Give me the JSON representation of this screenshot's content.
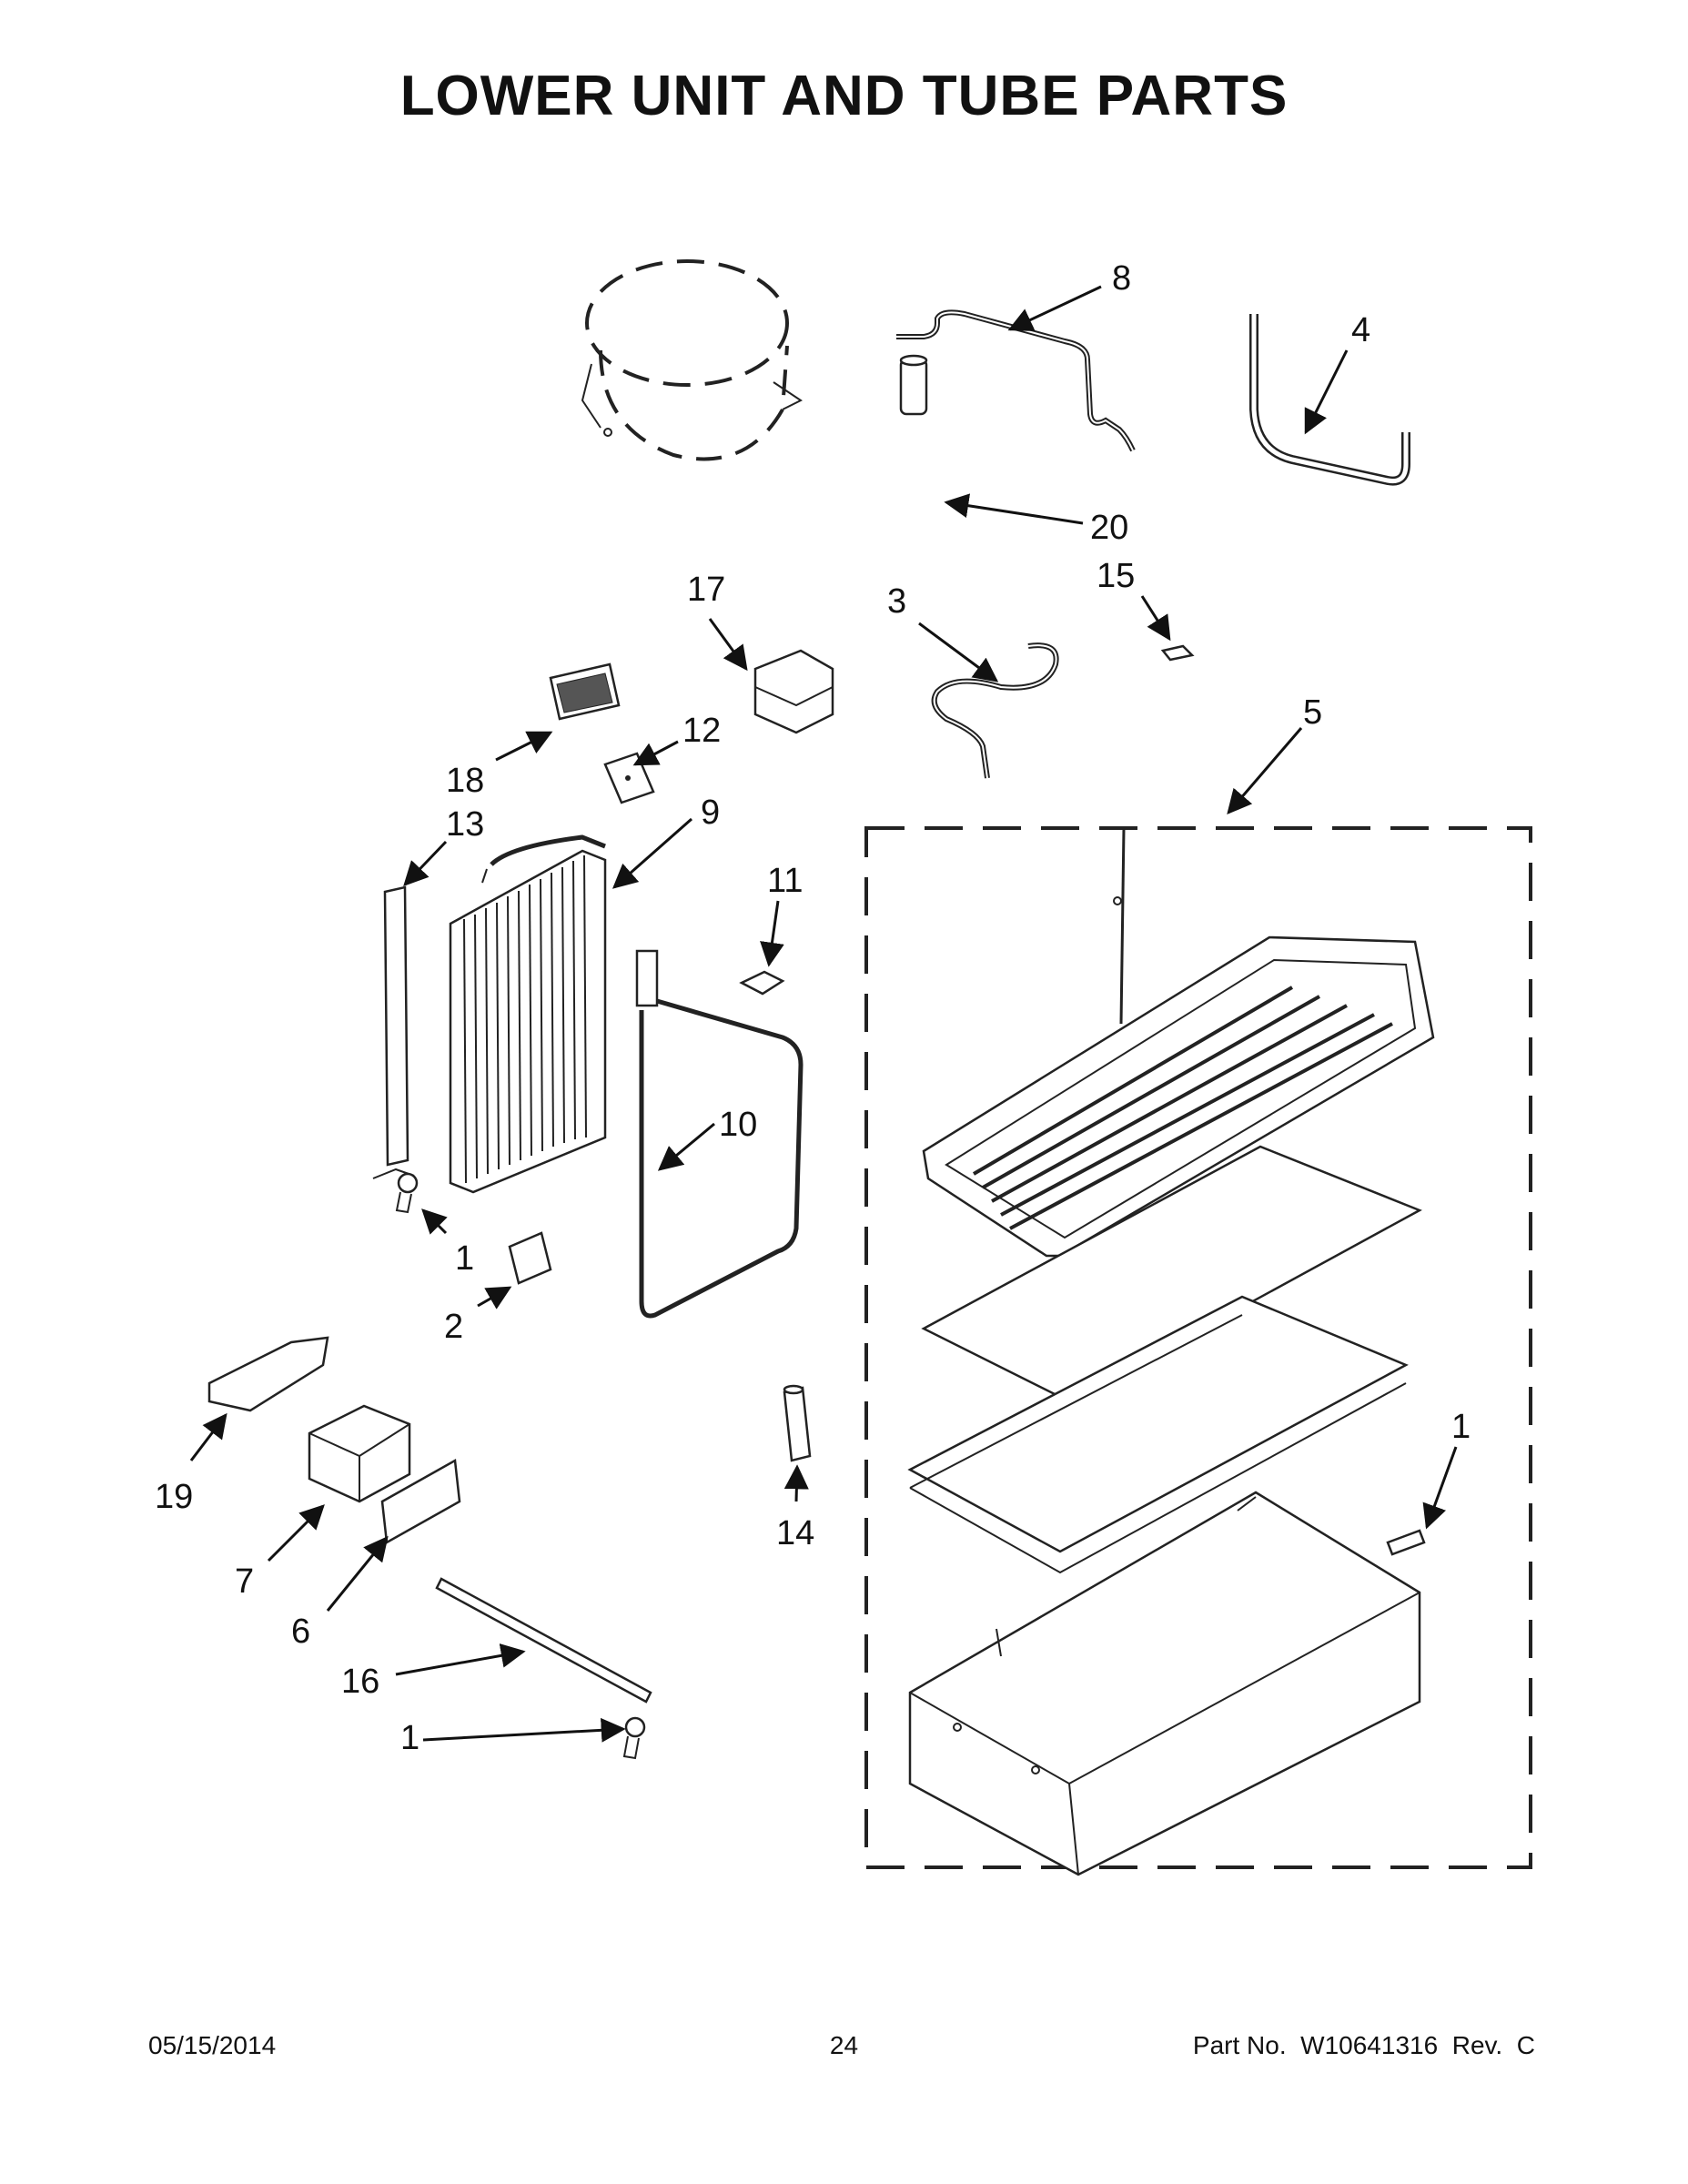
{
  "page": {
    "title": "LOWER UNIT AND TUBE PARTS"
  },
  "callouts": {
    "c8": "8",
    "c4": "4",
    "c20": "20",
    "c17": "17",
    "c3": "3",
    "c15": "15",
    "c18": "18",
    "c12": "12",
    "c5": "5",
    "c13": "13",
    "c9": "9",
    "c11": "11",
    "c10": "10",
    "c1a": "1",
    "c2": "2",
    "c1b": "1",
    "c19": "19",
    "c14": "14",
    "c7": "7",
    "c6": "6",
    "c16": "16",
    "c1c": "1"
  },
  "footer": {
    "date": "05/15/2014",
    "page_number": "24",
    "part_number": "Part No.  W10641316  Rev.  C"
  },
  "colors": {
    "ink": "#222222",
    "background": "#ffffff"
  }
}
